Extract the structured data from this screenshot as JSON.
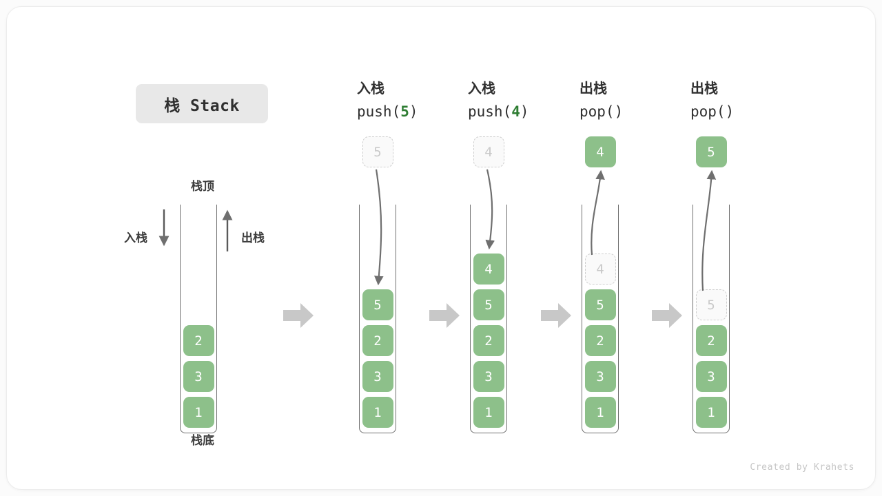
{
  "title": {
    "chip_label": "栈 Stack"
  },
  "annotations": {
    "top_label": "栈顶",
    "bottom_label": "栈底",
    "push_label": "入栈",
    "pop_label": "出栈"
  },
  "colors": {
    "element_fill": "#8dc08a",
    "element_text": "#ffffff",
    "ghost_border": "#cfcfcf",
    "ghost_text": "#c9c9c9",
    "tube_stroke": "#6f6f6f",
    "flow_arrow": "#c8c8c8",
    "curve_arrow": "#6f6f6f",
    "accent_green": "#2e7d32",
    "chip_bg": "#e8e8e8",
    "card_bg": "#ffffff",
    "page_bg": "#fbfbfb"
  },
  "columns": [
    {
      "id": "initial",
      "head_cn": "",
      "head_code": "",
      "head_arg": "",
      "floating": null,
      "stack": [
        "2",
        "3",
        "1"
      ],
      "ghost_index": -1
    },
    {
      "id": "push-5",
      "head_cn": "入栈",
      "head_code_prefix": "push(",
      "head_arg": "5",
      "head_code_suffix": ")",
      "floating": {
        "value": "5",
        "style": "ghost"
      },
      "stack": [
        "5",
        "2",
        "3",
        "1"
      ],
      "ghost_index": -1,
      "arrow_direction": "down"
    },
    {
      "id": "push-4",
      "head_cn": "入栈",
      "head_code_prefix": "push(",
      "head_arg": "4",
      "head_code_suffix": ")",
      "floating": {
        "value": "4",
        "style": "ghost"
      },
      "stack": [
        "4",
        "5",
        "2",
        "3",
        "1"
      ],
      "ghost_index": -1,
      "arrow_direction": "down"
    },
    {
      "id": "pop-4",
      "head_cn": "出栈",
      "head_code_prefix": "pop(",
      "head_arg": "",
      "head_code_suffix": ")",
      "floating": {
        "value": "4",
        "style": "solid"
      },
      "stack": [
        "4",
        "5",
        "2",
        "3",
        "1"
      ],
      "ghost_index": 0,
      "arrow_direction": "up"
    },
    {
      "id": "pop-5",
      "head_cn": "出栈",
      "head_code_prefix": "pop(",
      "head_arg": "",
      "head_code_suffix": ")",
      "floating": {
        "value": "5",
        "style": "solid"
      },
      "stack": [
        "5",
        "2",
        "3",
        "1"
      ],
      "ghost_index": 0,
      "arrow_direction": "up"
    }
  ],
  "flow_arrow_count": 4,
  "watermark": "Created by Krahets"
}
